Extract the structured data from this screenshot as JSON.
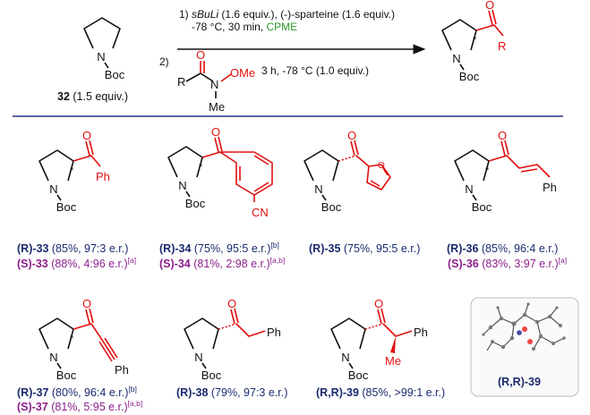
{
  "scheme": {
    "reactant_n": "N",
    "reactant_boc": "Boc",
    "reactant_compound": "32",
    "reactant_equiv": "(1.5 equiv.)",
    "step1_pre": "1)",
    "step1_reagent": "sBuLi",
    "step1_rest": " (1.6 equiv.), (-)-sparteine (1.6 equiv.)",
    "step1_cond": "-78 °C, 30 min, ",
    "step1_solvent": "CPME",
    "step2_pre": "2)",
    "step2_r": "R",
    "step2_n": "N",
    "step2_o": "O",
    "step2_ome": "OMe",
    "step2_me": "Me",
    "step2_cond": "3 h, -78 °C (1.0 equiv.)",
    "product_n": "N",
    "product_boc": "Boc",
    "product_o": "O",
    "product_r": "R",
    "star": "*"
  },
  "atoms": {
    "n": "N",
    "boc": "Boc",
    "o": "O",
    "star": "*",
    "ph": "Ph",
    "cn": "CN",
    "me": "Me"
  },
  "results": {
    "r33": {
      "id": "(R)-33",
      "txt": " (85%, 97:3 e.r.)"
    },
    "s33": {
      "id": "(S)-33",
      "txt": " (88%, 4:96  e.r.)",
      "sup": "[a]"
    },
    "r34": {
      "id": "(R)-34",
      "txt": " (75%, 95:5 e.r.)",
      "sup": "[b]"
    },
    "s34": {
      "id": "(S)-34",
      "txt": " (81%, 2:98 e.r.)",
      "sup": "[a,b]"
    },
    "r35": {
      "id": "(R)-35",
      "txt": " (75%, 95:5 e.r.)"
    },
    "r36": {
      "id": "(R)-36",
      "txt": " (85%, 96:4 e.r.)"
    },
    "s36": {
      "id": "(S)-36",
      "txt": " (83%, 3:97 e.r.)",
      "sup": "[a]"
    },
    "r37": {
      "id": "(R)-37",
      "txt": " (80%, 96:4 e.r.)",
      "sup": "[b]"
    },
    "s37": {
      "id": "(S)-37",
      "txt": " (81%, 5:95 e.r.)",
      "sup": "[a,b]"
    },
    "r38": {
      "id": "(R)-38",
      "txt": " (79%, 97:3 e.r.)"
    },
    "rr39": {
      "id": "(R,R)-39",
      "txt": " (85%, >99:1 e.r.)"
    },
    "xray": "(R,R)-39"
  },
  "colors": {
    "navy": "#1a2a6e",
    "purple": "#8b1e8b",
    "red": "#e01010",
    "green": "#2a9a2a",
    "rule": "#2b2f8a"
  }
}
